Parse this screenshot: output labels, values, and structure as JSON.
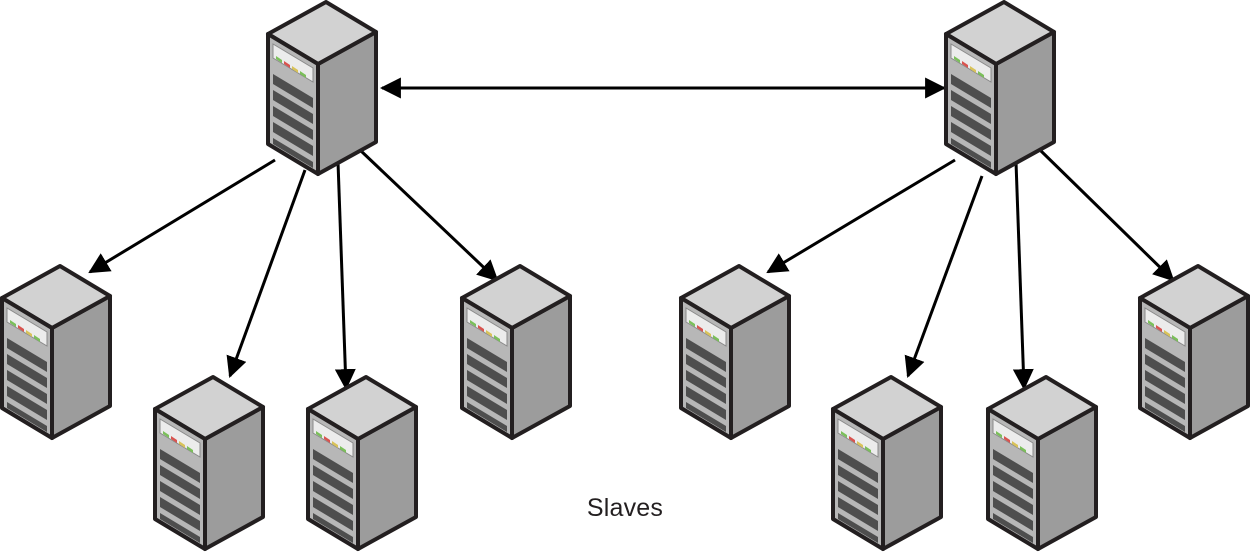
{
  "diagram": {
    "caption": "Slaves",
    "colors": {
      "outline": "#231f20",
      "face_front": "#b7b7b7",
      "face_side": "#9c9c9c",
      "face_top": "#d2d2d2",
      "slot": "#4e4e4e",
      "panel": "#ececec",
      "led_green": "#7bbf5a",
      "led_red": "#d9534f",
      "led_yellow": "#d9c35a",
      "arrow": "#000000"
    },
    "nodes": [
      {
        "id": "master-left",
        "role": "master",
        "icon": "server-tower-icon"
      },
      {
        "id": "master-right",
        "role": "master",
        "icon": "server-tower-icon"
      },
      {
        "id": "slave-1",
        "role": "slave",
        "icon": "server-tower-icon"
      },
      {
        "id": "slave-2",
        "role": "slave",
        "icon": "server-tower-icon"
      },
      {
        "id": "slave-3",
        "role": "slave",
        "icon": "server-tower-icon"
      },
      {
        "id": "slave-4",
        "role": "slave",
        "icon": "server-tower-icon"
      },
      {
        "id": "slave-5",
        "role": "slave",
        "icon": "server-tower-icon"
      },
      {
        "id": "slave-6",
        "role": "slave",
        "icon": "server-tower-icon"
      },
      {
        "id": "slave-7",
        "role": "slave",
        "icon": "server-tower-icon"
      },
      {
        "id": "slave-8",
        "role": "slave",
        "icon": "server-tower-icon"
      }
    ],
    "edges": [
      {
        "from": "master-left",
        "to": "master-right",
        "bidirectional": true
      },
      {
        "from": "master-left",
        "to": "slave-1"
      },
      {
        "from": "master-left",
        "to": "slave-2"
      },
      {
        "from": "master-left",
        "to": "slave-3"
      },
      {
        "from": "master-left",
        "to": "slave-4"
      },
      {
        "from": "master-right",
        "to": "slave-5"
      },
      {
        "from": "master-right",
        "to": "slave-6"
      },
      {
        "from": "master-right",
        "to": "slave-7"
      },
      {
        "from": "master-right",
        "to": "slave-8"
      }
    ]
  }
}
